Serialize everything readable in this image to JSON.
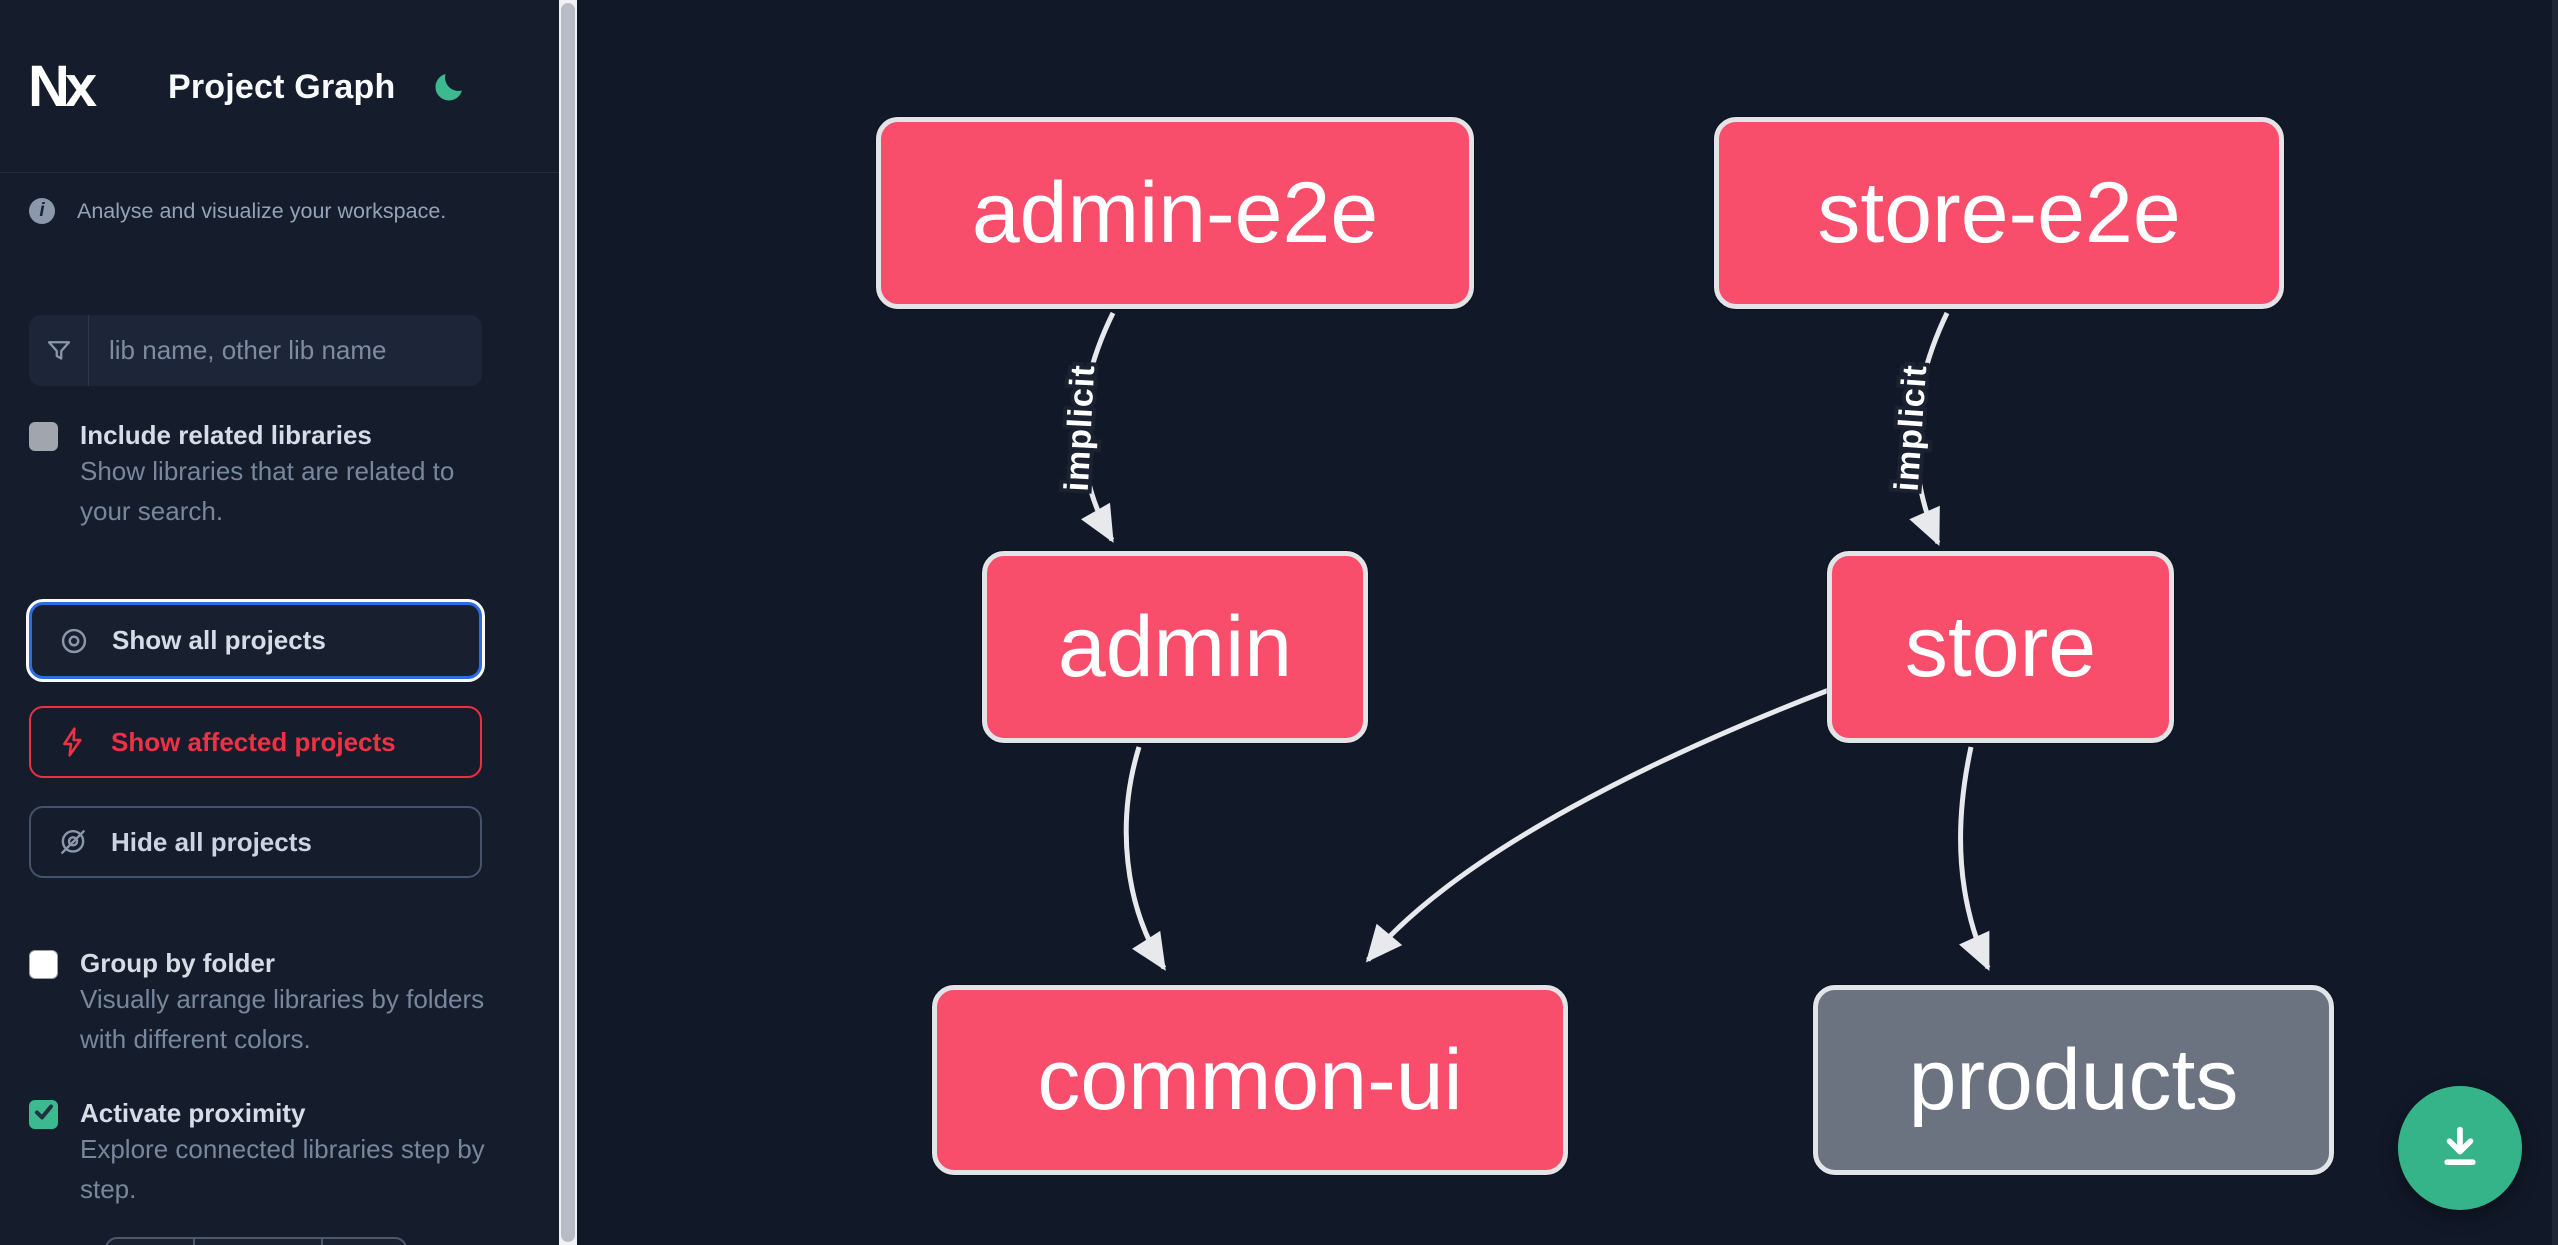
{
  "header": {
    "logo_text": "Nx",
    "title": "Project Graph",
    "theme_icon": "moon"
  },
  "sidebar": {
    "tagline": "Analyse and visualize your workspace.",
    "search": {
      "placeholder": "lib name, other lib name",
      "value": ""
    },
    "checkboxes": [
      {
        "label": "Include related libraries",
        "description": "Show libraries that are related to your search.",
        "checked": false
      },
      {
        "label": "Group by folder",
        "description": "Visually arrange libraries by folders with different colors.",
        "checked": false
      },
      {
        "label": "Activate proximity",
        "description": "Explore connected libraries step by step.",
        "checked": true
      }
    ],
    "buttons": [
      {
        "label": "Show all projects",
        "icon": "eye-icon",
        "state": "focused"
      },
      {
        "label": "Show affected projects",
        "icon": "bolt-icon",
        "state": "affected"
      },
      {
        "label": "Hide all projects",
        "icon": "eye-off-icon",
        "state": "default"
      }
    ]
  },
  "graph": {
    "nodes": [
      {
        "id": "admin-e2e",
        "label": "admin-e2e",
        "type": "app"
      },
      {
        "id": "store-e2e",
        "label": "store-e2e",
        "type": "app"
      },
      {
        "id": "admin",
        "label": "admin",
        "type": "app"
      },
      {
        "id": "store",
        "label": "store",
        "type": "app"
      },
      {
        "id": "common-ui",
        "label": "common-ui",
        "type": "app"
      },
      {
        "id": "products",
        "label": "products",
        "type": "lib-unfocused"
      }
    ],
    "edges": [
      {
        "from": "admin-e2e",
        "to": "admin",
        "label": "implicit"
      },
      {
        "from": "store-e2e",
        "to": "store",
        "label": "implicit"
      },
      {
        "from": "admin",
        "to": "common-ui",
        "label": ""
      },
      {
        "from": "store",
        "to": "common-ui",
        "label": ""
      },
      {
        "from": "store",
        "to": "products",
        "label": ""
      }
    ]
  },
  "actions": {
    "download_icon": "download"
  },
  "colors": {
    "node_pink": "#f94d6c",
    "node_gray": "#6b7280",
    "node_border": "#e3e4e8",
    "edge": "#e8e9ec",
    "accent_green": "#35b48a",
    "focus_blue": "#2e6ae0",
    "affected_red": "#ee2f42",
    "sidebar_bg": "#151c2c",
    "canvas_bg": "#111827"
  }
}
